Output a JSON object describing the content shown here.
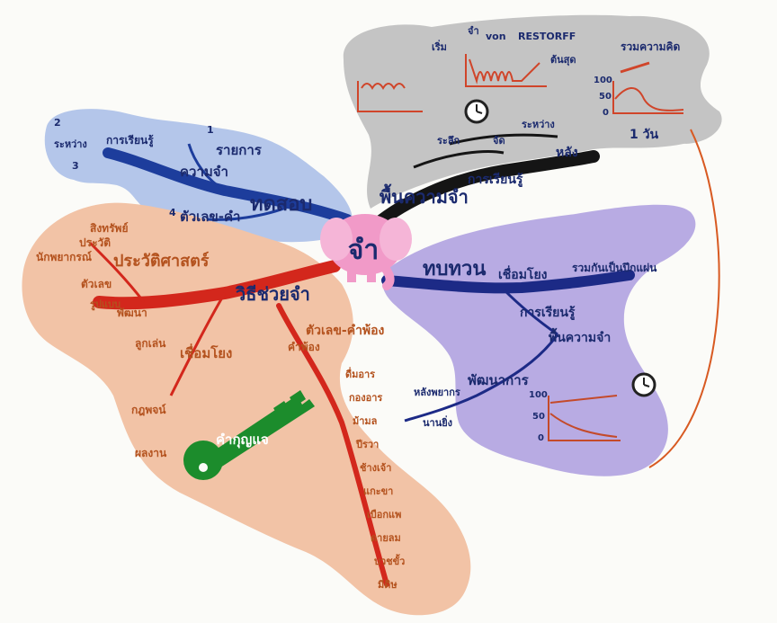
{
  "colors": {
    "paper": "#fbfbf8",
    "blob_blue": "#b4c6ea",
    "blob_gray": "#c4c4c4",
    "blob_peach": "#f2c3a6",
    "blob_purple": "#b8abe3",
    "branch_black": "#151515",
    "branch_blue": "#1d3d9c",
    "branch_red": "#d3271c",
    "branch_navy": "#1c2a86",
    "text_dark": "#1b2a6e",
    "text_orange": "#b4521e",
    "key_green": "#1c8c2c",
    "center_pink": "#f19ac8",
    "arrow_orange": "#d85a22"
  },
  "center": {
    "label": "จำ",
    "icon": "elephant-icon"
  },
  "branches": {
    "memory": {
      "main": "พื้นความจำ",
      "sub": "การเรียนรู้",
      "after": "หลัง",
      "notes": [
        "เริ่ม",
        "จำ",
        "von",
        "RESTORFF",
        "ต้นสุด",
        "รวมความคิด",
        "ระหว่าง",
        "จัด",
        "ระลึก"
      ],
      "ticks": [
        "100",
        "50",
        "0"
      ],
      "day": "1 วัน",
      "icon": "clock-icon"
    },
    "test": {
      "main": "ทดสอบ",
      "items": [
        "รายการ",
        "ความจำ",
        "ตัวเลข-คำ",
        "ระหว่าง",
        "การเรียนรู้"
      ],
      "numbers": [
        "1",
        "2",
        "3",
        "4"
      ]
    },
    "review": {
      "main": "ทบทวน",
      "items": [
        "เชื่อมโยง",
        "รวมกันเป็นปึกแผ่น",
        "การเรียนรู้",
        "พื้นความจำ",
        "พัฒนาการ",
        "หลังพยากร",
        "นานยิ่ง"
      ],
      "ticks": [
        "100",
        "50",
        "0"
      ],
      "icon": "clock-icon"
    },
    "technique": {
      "main": "วิธีช่วยจำ",
      "history": "ประวัติศาสตร์",
      "items": [
        "ตัวเลข-คำพ้อง",
        "เชื่อมโยง",
        "กฎพจน์",
        "ผลงาน",
        "สิงทรัพย์",
        "นักพยากรณ์",
        "พัฒนา",
        "ตัวเลข",
        "ลูกเล่น",
        "ประวัติ",
        "รูปแบบ",
        "คำพ้อง"
      ],
      "key": "คำกุญแจ",
      "numbered": [
        "ดื่มอาร",
        "กองอาร",
        "ม้ามล",
        "ปีรวา",
        "ช้างเจ้า",
        "แกะขา",
        "เบือกแพ",
        "ดายลม",
        "บวชขั้ว",
        "มีดิษ"
      ]
    }
  }
}
